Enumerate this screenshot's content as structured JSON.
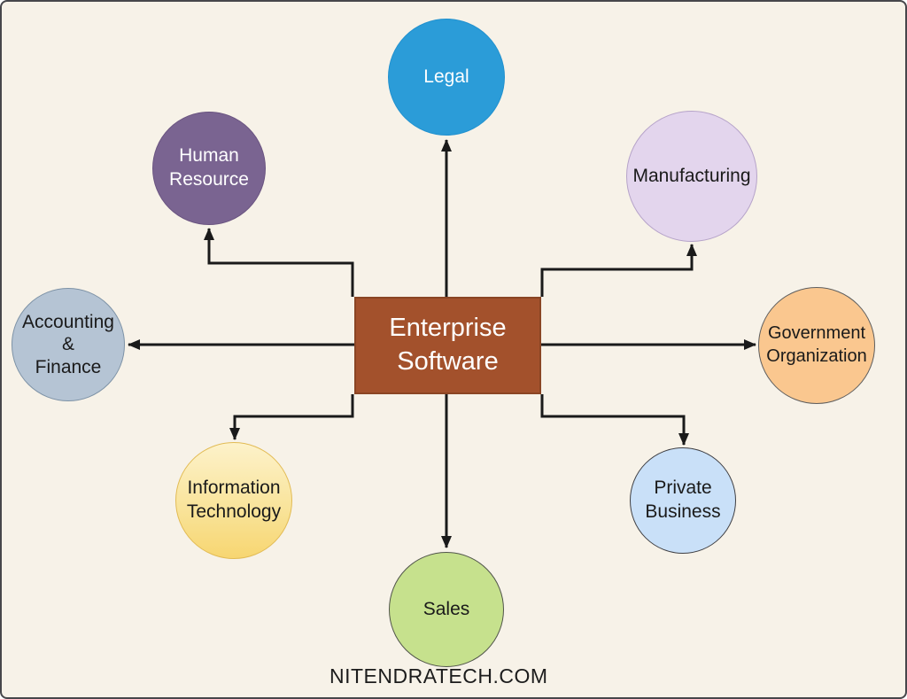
{
  "canvas": {
    "background_color": "#F7F2E8",
    "border_color": "#47474B",
    "arrow_color": "#1A1A1A"
  },
  "center": {
    "label": "Enterprise\nSoftware",
    "fill": "#A3512C",
    "border": "#8A4524",
    "text_color": "#FFFFFF"
  },
  "nodes": [
    {
      "id": "legal",
      "label": "Legal",
      "fill": "#2B9CD8",
      "border": "#2191CF",
      "text_color": "#FFFFFF"
    },
    {
      "id": "human-resource",
      "label": "Human\nResource",
      "fill": "#7A6491",
      "border": "#6A5480",
      "text_color": "#FFFFFF"
    },
    {
      "id": "manufacturing",
      "label": "Manufacturing",
      "fill": "#E3D5ED",
      "border": "#B6A3C9",
      "text_color": "#1A1A1A"
    },
    {
      "id": "government-organization",
      "label": "Government\nOrganization",
      "fill": "#FAC78F",
      "border": "#5E5E5E",
      "text_color": "#1A1A1A"
    },
    {
      "id": "private-business",
      "label": "Private\nBusiness",
      "fill": "#C9E0F8",
      "border": "#3F3F43",
      "text_color": "#1A1A1A"
    },
    {
      "id": "sales",
      "label": "Sales",
      "fill": "#C6E18D",
      "border": "#50544A",
      "text_color": "#1A1A1A"
    },
    {
      "id": "information-technology",
      "label": "Information\nTechnology",
      "fill_top": "#FDF2CA",
      "fill_bottom": "#F7D671",
      "border": "#E2BB54",
      "text_color": "#1A1A1A"
    },
    {
      "id": "accounting-finance",
      "label": "Accounting\n&\nFinance",
      "fill": "#B5C4D4",
      "border": "#7D92A6",
      "text_color": "#1A1A1A"
    }
  ],
  "connections": [
    {
      "from": "enterprise-software",
      "to": "legal"
    },
    {
      "from": "enterprise-software",
      "to": "human-resource"
    },
    {
      "from": "enterprise-software",
      "to": "manufacturing"
    },
    {
      "from": "enterprise-software",
      "to": "government-organization"
    },
    {
      "from": "enterprise-software",
      "to": "private-business"
    },
    {
      "from": "enterprise-software",
      "to": "sales"
    },
    {
      "from": "enterprise-software",
      "to": "information-technology"
    },
    {
      "from": "enterprise-software",
      "to": "accounting-finance"
    }
  ],
  "footer": {
    "text": "NITENDRATECH.COM"
  }
}
